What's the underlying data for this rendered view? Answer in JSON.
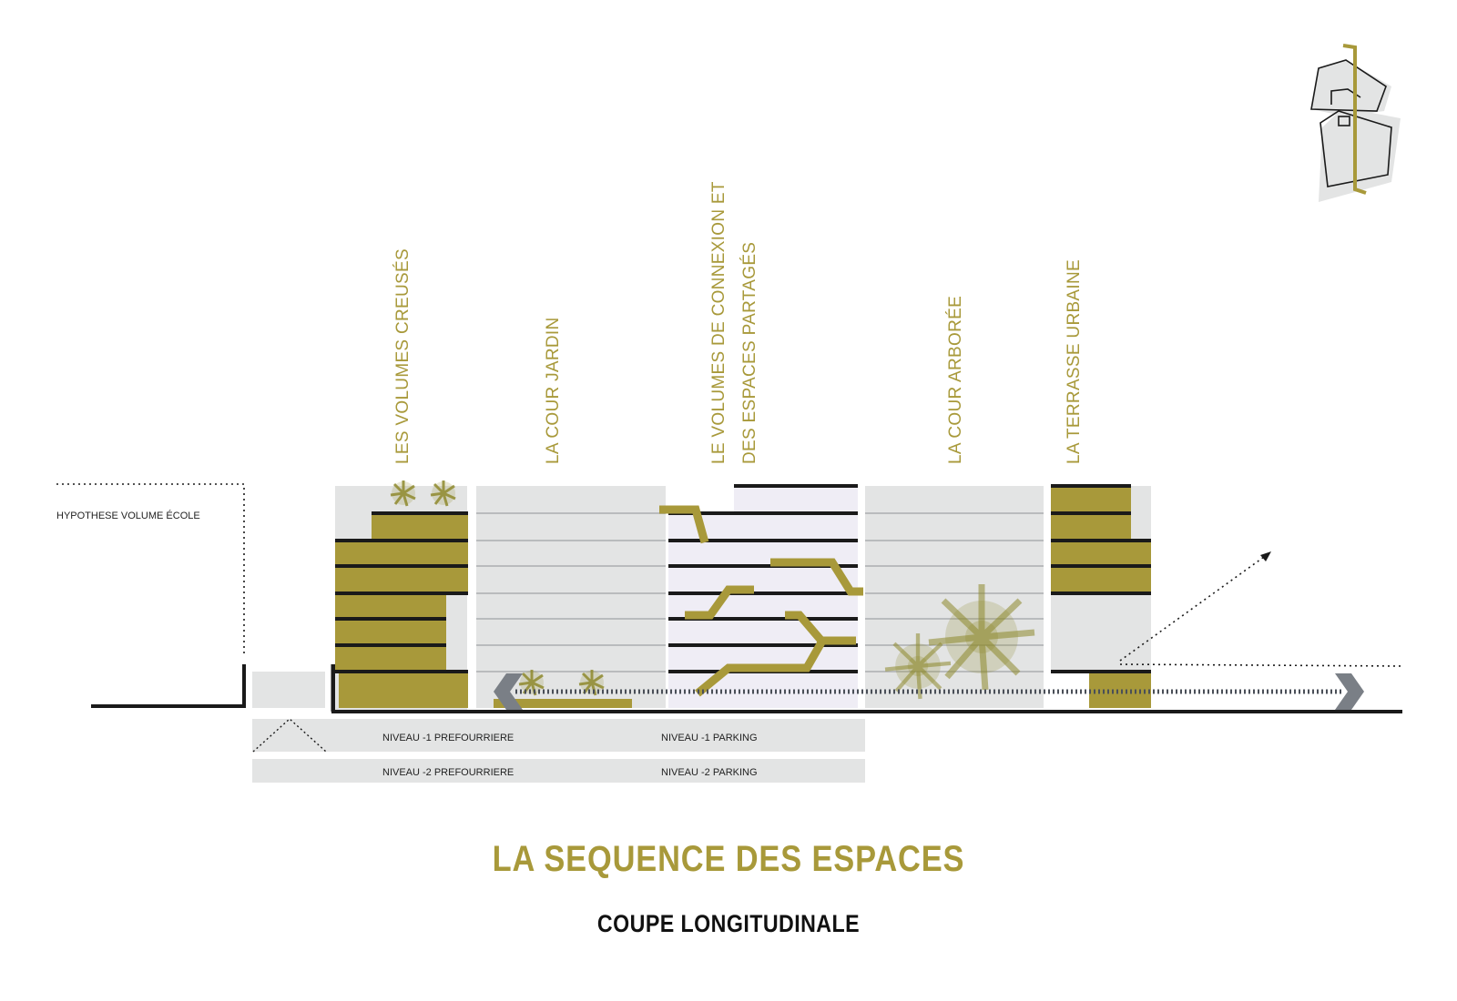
{
  "labels": {
    "volumes_creuses": "LES VOLUMES CREUSÉS",
    "cour_jardin": "LA COUR JARDIN",
    "volumes_connexion_line1": "LE VOLUMES DE CONNEXION ET",
    "volumes_connexion_line2": "DES ESPACES PARTAGÉS",
    "cour_arboree": "LA COUR ARBORÉE",
    "terrasse_urbaine": "LA TERRASSE URBAINE",
    "hypothese": "HYPOTHESE VOLUME ÉCOLE",
    "niveau_m1_prefourriere": "NIVEAU -1 PREFOURRIERE",
    "niveau_m1_parking": "NIVEAU -1 PARKING",
    "niveau_m2_prefourriere": "NIVEAU -2 PREFOURRIERE",
    "niveau_m2_parking": "NIVEAU -2 PARKING"
  },
  "title": "LA SEQUENCE DES ESPACES",
  "subtitle": "COUPE LONGITUDINALE",
  "colors": {
    "accent": "#a8993a",
    "dark": "#1a1a1a",
    "light_grey": "#e3e4e4",
    "mid_grey": "#7a7f86",
    "lavender": "#efedf5"
  },
  "icons": {
    "tree": "tree-icon",
    "location_map": "site-plan-icon",
    "arrow": "double-arrow-icon"
  }
}
